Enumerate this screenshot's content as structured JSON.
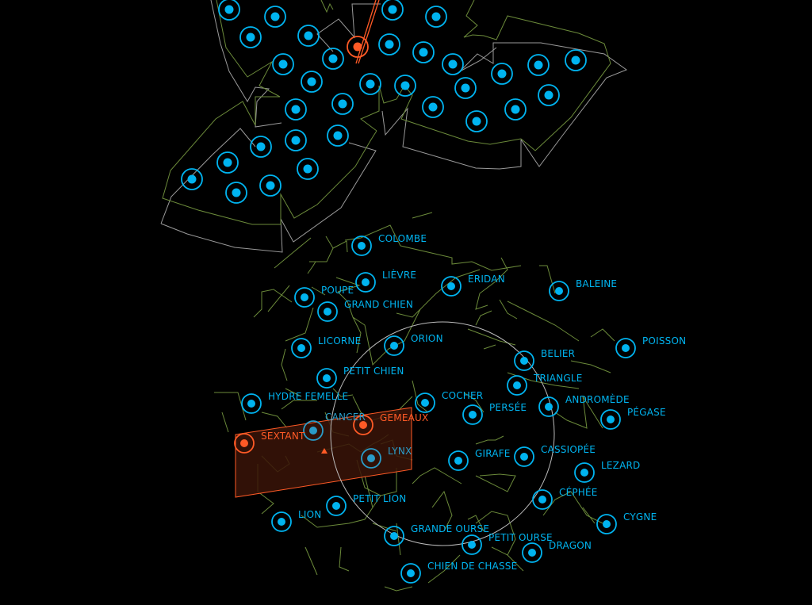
{
  "colors": {
    "background": "#000000",
    "marker": "#00b4f0",
    "marker_dim": "#2a9cc8",
    "selected": "#ff5a26",
    "constellation_line": "#6b8a3a",
    "boundary_line": "#9a9a9a",
    "selection_fill": "#3a1408"
  },
  "constellations": [
    {
      "name": "COLOMBE",
      "state": "normal"
    },
    {
      "name": "LIÈVRE",
      "state": "normal"
    },
    {
      "name": "ERIDAN",
      "state": "normal"
    },
    {
      "name": "BALEINE",
      "state": "normal"
    },
    {
      "name": "POUPE",
      "state": "normal"
    },
    {
      "name": "GRAND CHIEN",
      "state": "normal"
    },
    {
      "name": "LICORNE",
      "state": "normal"
    },
    {
      "name": "ORION",
      "state": "normal"
    },
    {
      "name": "POISSON",
      "state": "normal"
    },
    {
      "name": "BELIER",
      "state": "normal"
    },
    {
      "name": "PETIT CHIEN",
      "state": "normal"
    },
    {
      "name": "TRIANGLE",
      "state": "normal"
    },
    {
      "name": "HYDRE FEMELLE",
      "state": "normal"
    },
    {
      "name": "COCHER",
      "state": "normal"
    },
    {
      "name": "ANDROMÈDE",
      "state": "normal"
    },
    {
      "name": "PERSÉE",
      "state": "normal"
    },
    {
      "name": "PÉGASE",
      "state": "normal"
    },
    {
      "name": "CANCER",
      "state": "dim"
    },
    {
      "name": "GEMEAUX",
      "state": "selected"
    },
    {
      "name": "SEXTANT",
      "state": "selected"
    },
    {
      "name": "LYNX",
      "state": "dim"
    },
    {
      "name": "GIRAFE",
      "state": "normal"
    },
    {
      "name": "CASSIOPÉE",
      "state": "normal"
    },
    {
      "name": "LEZARD",
      "state": "normal"
    },
    {
      "name": "CÉPHÉE",
      "state": "normal"
    },
    {
      "name": "PETIT LION",
      "state": "normal"
    },
    {
      "name": "LION",
      "state": "normal"
    },
    {
      "name": "CYGNE",
      "state": "normal"
    },
    {
      "name": "GRANDE OURSE",
      "state": "normal"
    },
    {
      "name": "PETIT OURSE",
      "state": "normal"
    },
    {
      "name": "DRAGON",
      "state": "normal"
    },
    {
      "name": "CHIEN DE CHASSE",
      "state": "normal"
    }
  ]
}
